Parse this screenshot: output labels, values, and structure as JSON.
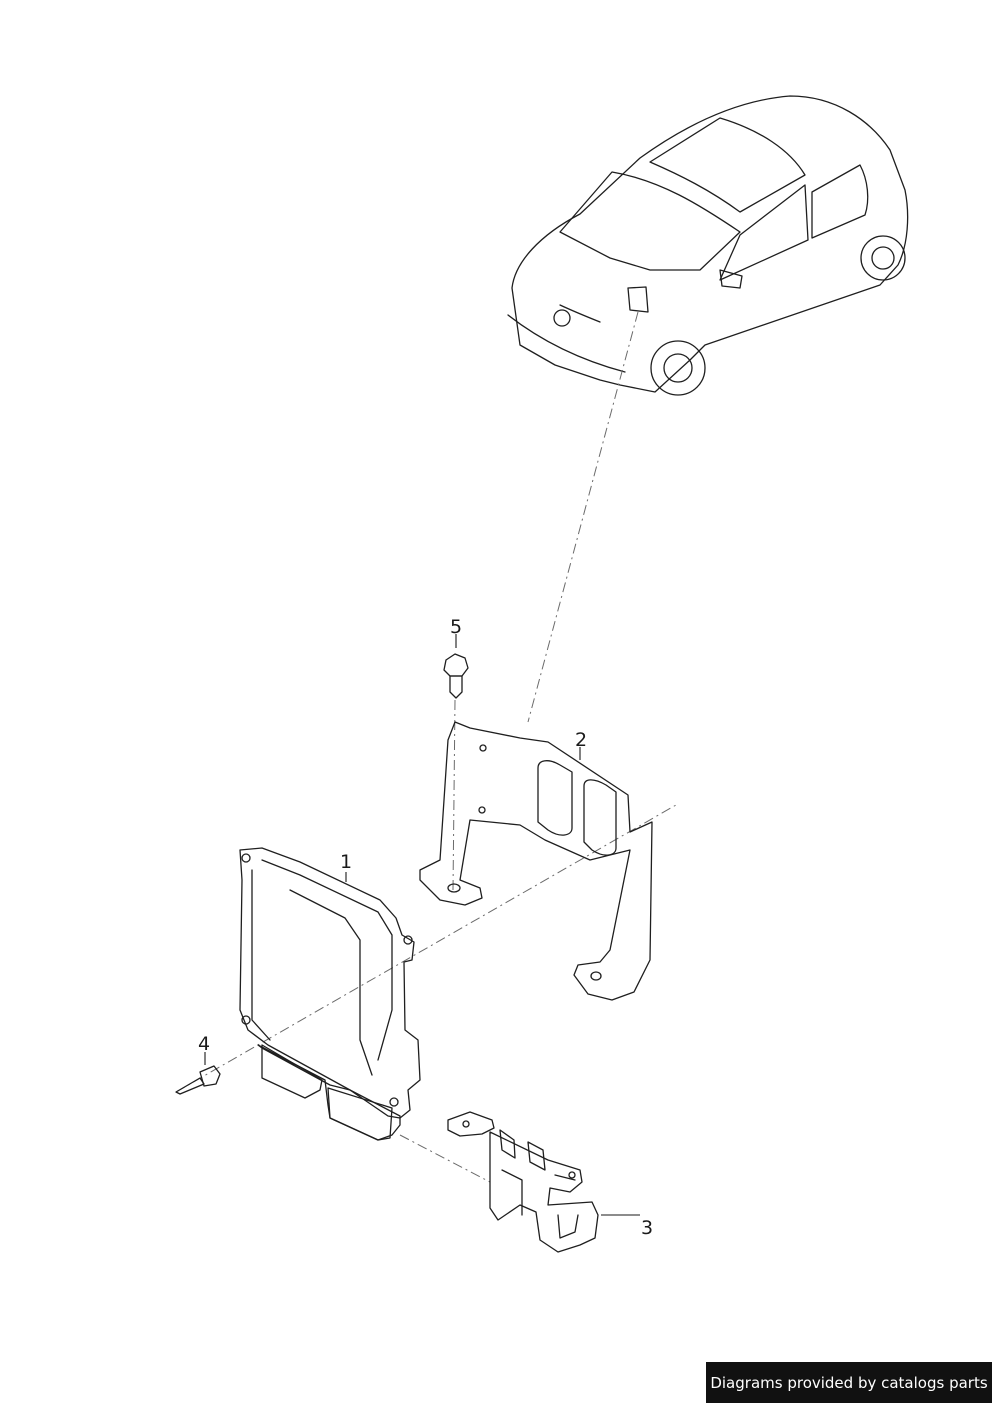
{
  "callouts": [
    {
      "id": "ecu",
      "label": "1"
    },
    {
      "id": "bracket",
      "label": "2"
    },
    {
      "id": "holder",
      "label": "3"
    },
    {
      "id": "rivet",
      "label": "4"
    },
    {
      "id": "bolt",
      "label": "5"
    }
  ],
  "footer": {
    "text": "Diagrams provided by catalogs parts"
  },
  "colors": {
    "body": "#c4ced8",
    "glass": "#55606a",
    "bracket": "#c7d0da",
    "line": "#1f1f1f"
  }
}
